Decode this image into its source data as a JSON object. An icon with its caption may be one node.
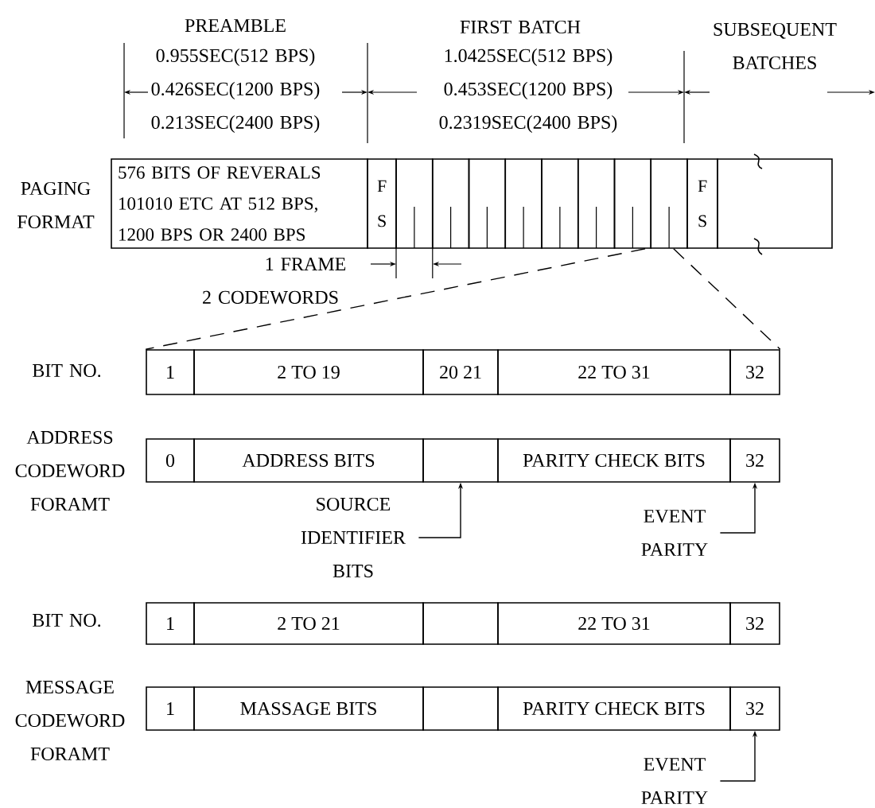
{
  "diagram": {
    "nodes": [
      {
        "text": [
          "576 BITS OF REVERALS 101010 ETC AT 512 BPS, 1200 BPS OR 2400 BPS"
        ]
      },
      {
        "text": [
          "F S"
        ]
      },
      {
        "text": [],
        "shape": "box"
      },
      {
        "text": [],
        "shape": "box"
      },
      {
        "text": [],
        "shape": "box"
      },
      {
        "text": [],
        "shape": "box"
      },
      {
        "text": [],
        "shape": "box"
      },
      {
        "text": [],
        "shape": "box"
      },
      {
        "text": [],
        "shape": "box"
      },
      {
        "text": [],
        "shape": "box"
      },
      {
        "text": [
          "F S"
        ]
      },
      {
        "text": [],
        "shape": "box"
      },
      {
        "text": [
          "1"
        ]
      },
      {
        "text": [
          "2 TO 19"
        ]
      },
      {
        "text": [
          "20 21"
        ]
      },
      {
        "text": [
          "22 TO 31"
        ]
      },
      {
        "text": [
          "32"
        ]
      },
      {
        "text": [
          "0"
        ]
      },
      {
        "text": [
          "ADDRESS BITS"
        ]
      },
      {
        "text": [],
        "shape": "box"
      },
      {
        "text": [
          "PARITY CHECK BITS"
        ]
      },
      {
        "text": [
          "32"
        ]
      },
      {
        "text": [
          "SOURCE IDENTIFIER BITS"
        ]
      },
      {
        "text": [
          "EVENT PARITY"
        ]
      },
      {
        "text": [
          "1"
        ]
      },
      {
        "text": [
          "2 TO 21"
        ]
      },
      {
        "text": [],
        "shape": "box"
      },
      {
        "text": [
          "22 TO 31"
        ]
      },
      {
        "text": [
          "32"
        ]
      },
      {
        "text": [
          "1"
        ]
      },
      {
        "text": [
          "MASSAGE BITS"
        ]
      },
      {
        "text": [],
        "shape": "box"
      },
      {
        "text": [
          "PARITY CHECK BITS"
        ]
      },
      {
        "text": [
          "32"
        ]
      },
      {
        "text": [
          "EVENT PARITY"
        ]
      }
    ],
    "edges": [
      {
        "from": 22,
        "to": 19,
        "arrow": "to"
      },
      {
        "from": 23,
        "to": 21,
        "arrow": "to"
      },
      {
        "from": 34,
        "to": 33,
        "arrow": "to"
      },
      {
        "from": 8,
        "to": 12,
        "arrow": "none",
        "style": "dashed"
      },
      {
        "from": 9,
        "to": 16,
        "arrow": "none",
        "style": "dashed"
      }
    ],
    "labels": [
      "PREAMBLE",
      "FIRST BATCH",
      "SUBSEQUENT BATCHES",
      "0.955SEC(512 BPS)",
      "1.0425SEC(512 BPS)",
      "0.426SEC(1200 BPS)",
      "0.453SEC(1200 BPS)",
      "0.213SEC(2400 BPS)",
      "0.2319SEC(2400 BPS)",
      "PAGING FORMAT",
      "1 FRAME",
      "2 CODEWORDS",
      "BIT NO.",
      "ADDRESS CODEWORD FORAMT",
      "BIT NO.",
      "MESSAGE CODEWORD FORAMT"
    ]
  }
}
